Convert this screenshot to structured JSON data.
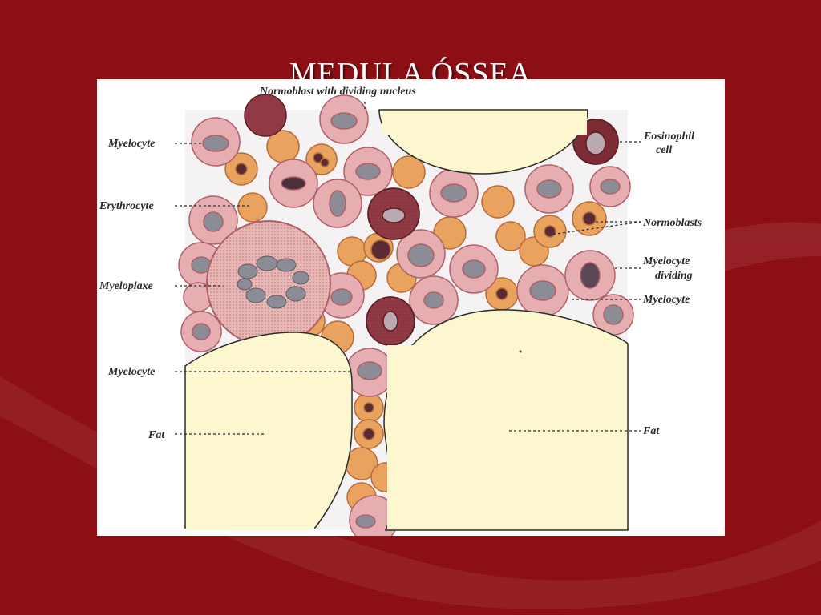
{
  "slide": {
    "title": "MEDULA ÓSSEA",
    "background_color": "#8e0f14"
  },
  "figure": {
    "labels": {
      "normoblast_dividing": "Normoblast with dividing nucleus",
      "myelocyte_1": "Myelocyte",
      "erythrocyte": "Erythrocyte",
      "myeloplaxe": "Myeloplaxe",
      "myelocyte_2": "Myelocyte",
      "fat_left": "Fat",
      "eosinophil_1": "Eosinophil",
      "eosinophil_2": "cell",
      "normoblasts": "Normoblasts",
      "myelocyte_dividing_1": "Myelocyte",
      "myelocyte_dividing_2": "dividing",
      "myelocyte_right": "Myelocyte",
      "fat_right": "Fat"
    },
    "colors": {
      "fat": "#fdf7cf",
      "erythrocyte": "#e9a35e",
      "myelocyte": "#e7aeb2",
      "eosinophil": "#8f3a44",
      "nucleus": "#8c8c96"
    }
  }
}
